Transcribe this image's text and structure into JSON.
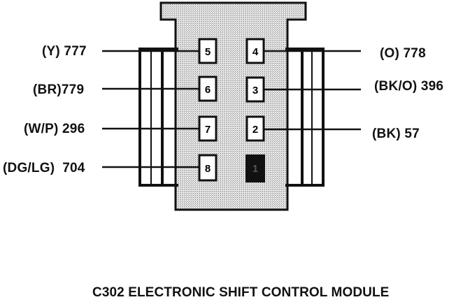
{
  "connector": {
    "caption": "C302 ELECTRONIC SHIFT CONTROL MODULE",
    "left_wires": [
      {
        "color_code": "(Y)",
        "circuit": "777",
        "pin": "5"
      },
      {
        "color_code": "(BR)",
        "circuit": "779",
        "pin": "6"
      },
      {
        "color_code": "(W/P)",
        "circuit": "296",
        "pin": "7"
      },
      {
        "color_code": "(DG/LG)",
        "circuit": "704",
        "pin": "8"
      }
    ],
    "right_wires": [
      {
        "color_code": "(O)",
        "circuit": "778",
        "pin": "4"
      },
      {
        "color_code": "(BK/O)",
        "circuit": "396",
        "pin": "3"
      },
      {
        "color_code": "(BK)",
        "circuit": "57",
        "pin": "2"
      }
    ],
    "unused_pin": "1",
    "colors": {
      "body_fill": "#dcdcdc",
      "line": "#111111",
      "filled_pin": "#111111"
    }
  }
}
